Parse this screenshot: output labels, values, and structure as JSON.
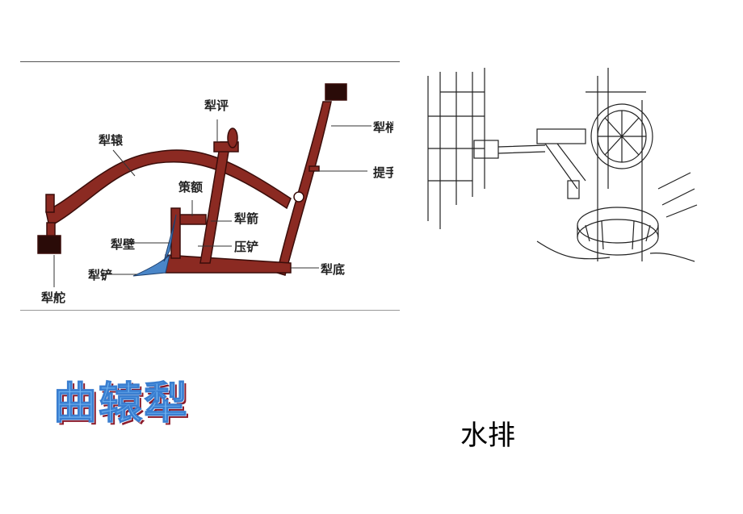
{
  "plow_diagram": {
    "labels": {
      "lipin": "犁评",
      "liyuan": "犁辕",
      "lishao": "犁梢",
      "tishou": "提手",
      "cee": "策额",
      "lijian": "犁箭",
      "libi": "犁壁",
      "yachan": "压铲",
      "lichan": "犁铲",
      "lidi": "犁底",
      "liduo": "犁舵"
    },
    "colors": {
      "wood": "#8b2a22",
      "blade": "#4a86c8"
    }
  },
  "titles": {
    "plow": "曲辕犁",
    "waterwheel": "水排"
  }
}
